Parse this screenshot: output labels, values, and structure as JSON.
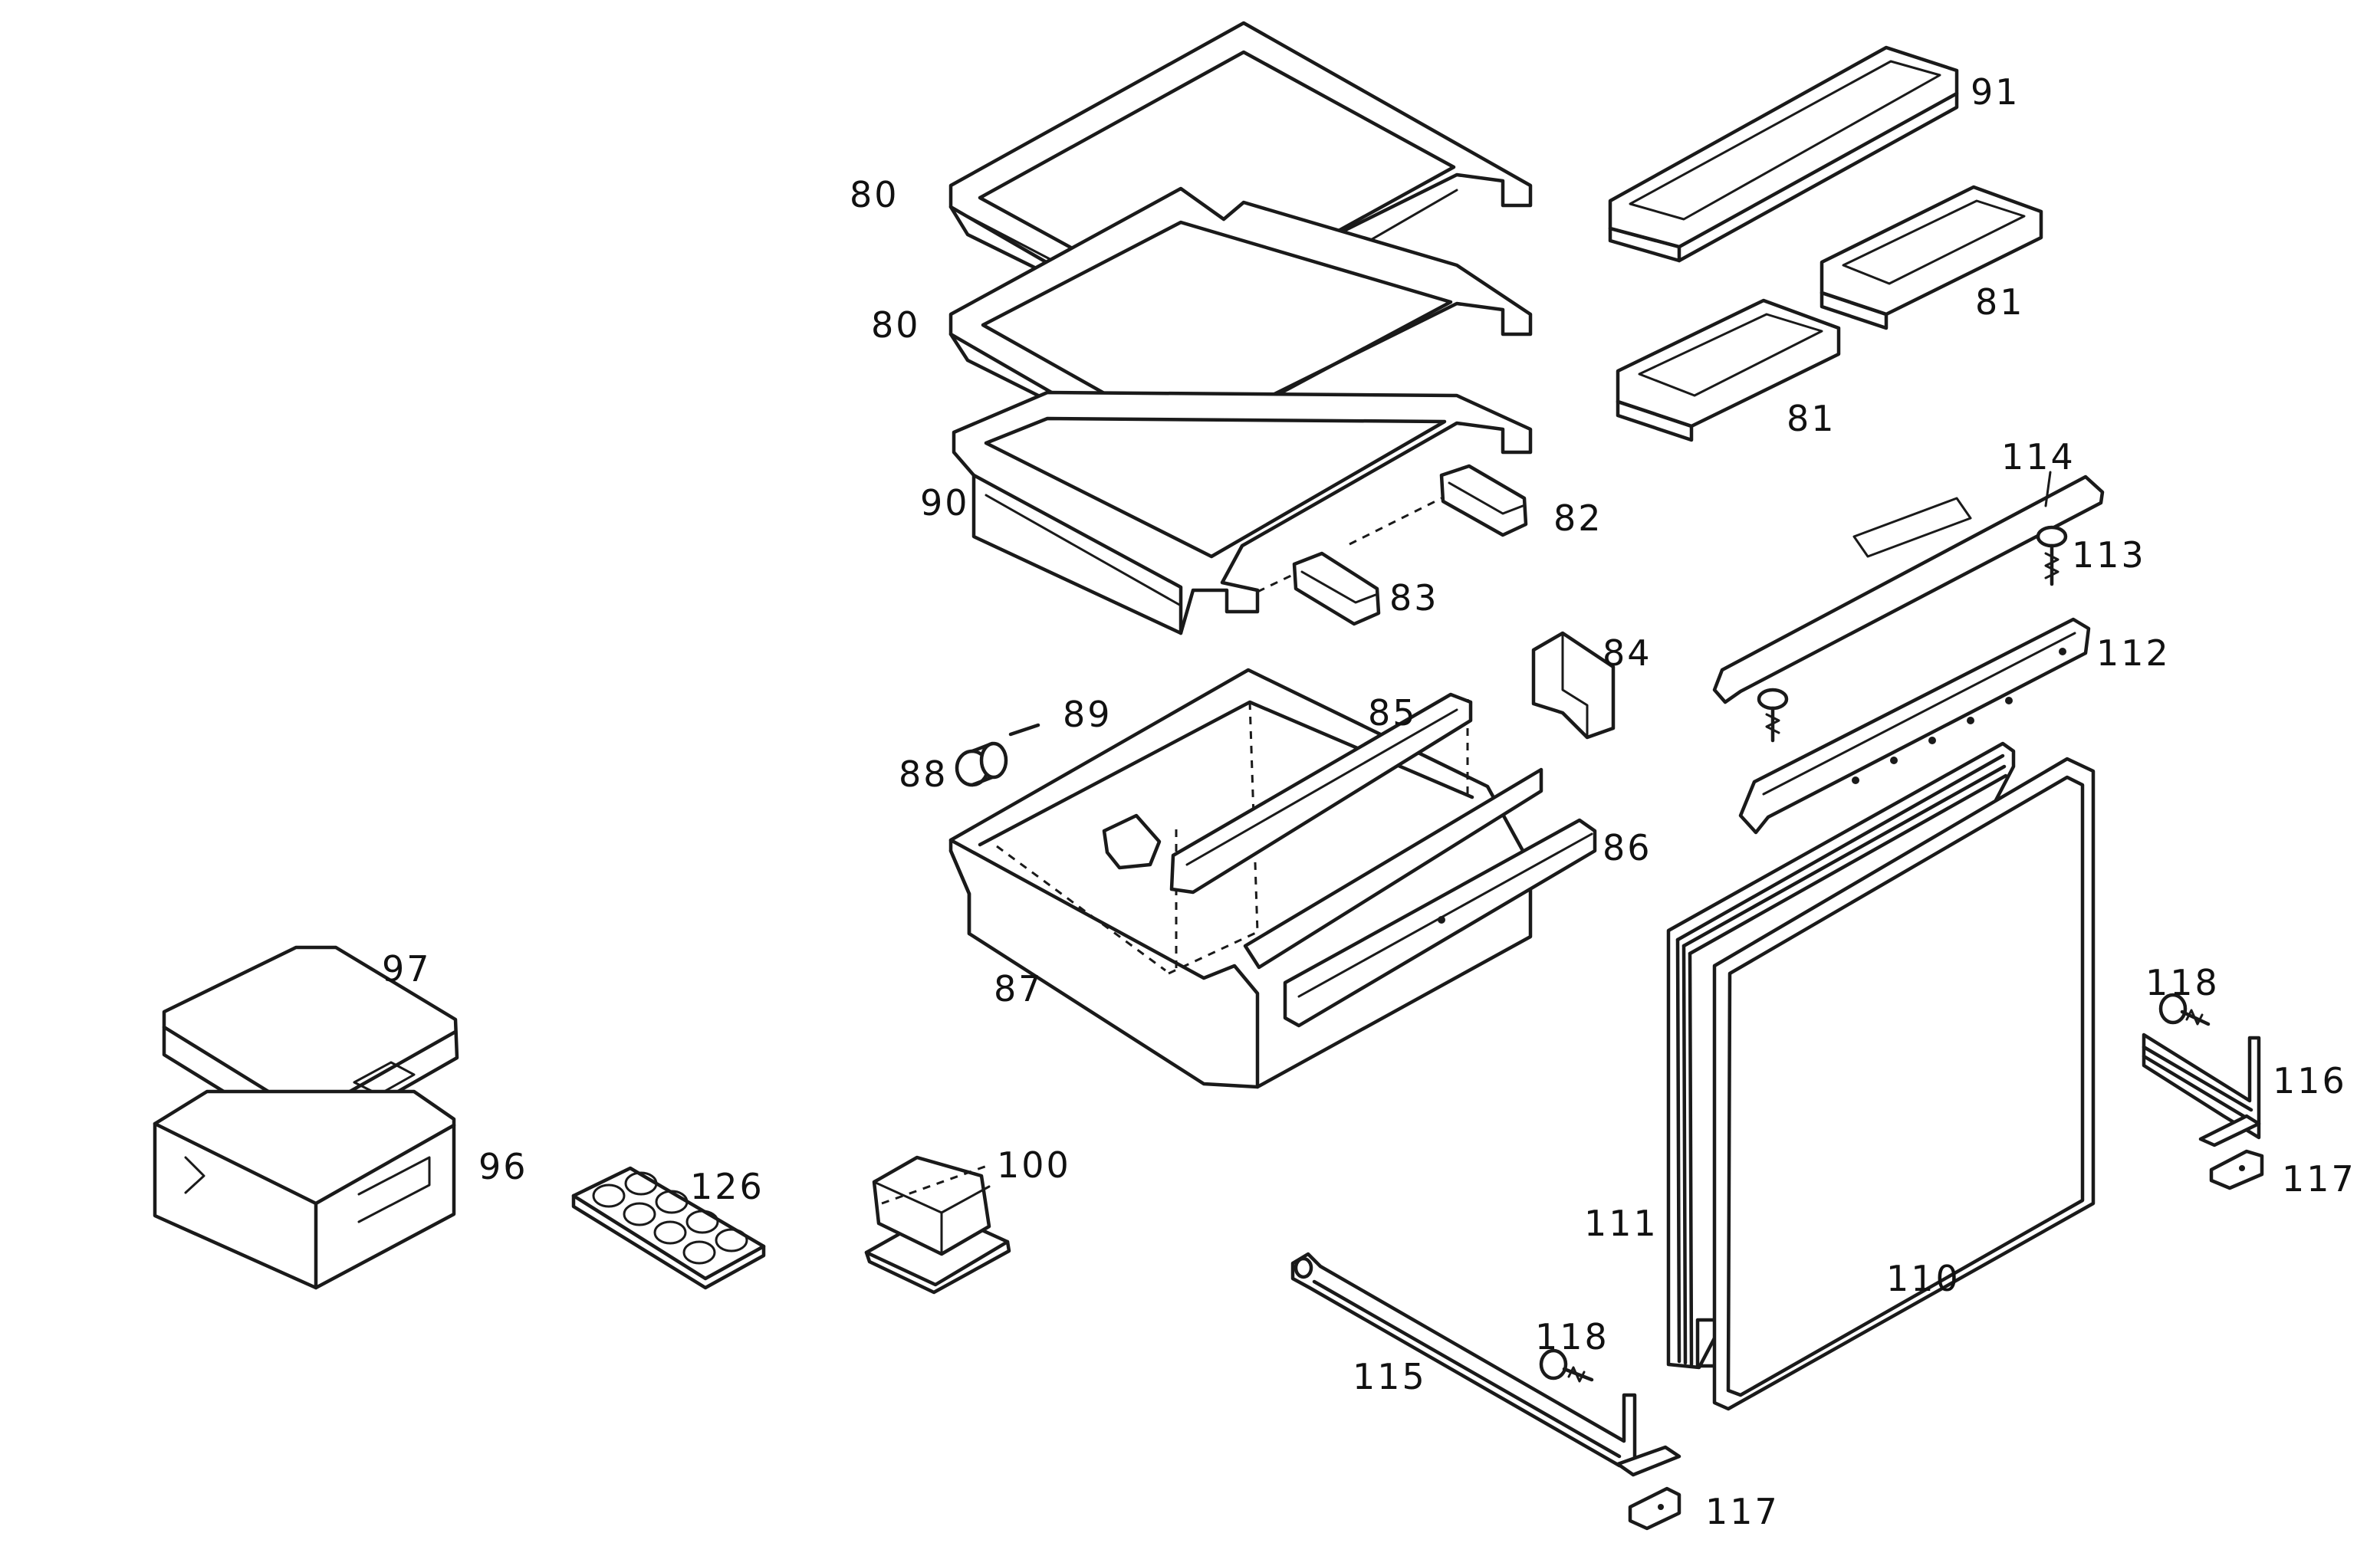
{
  "diagram": {
    "kind": "exploded-parts-view",
    "line_color": "#1a1a1a",
    "background": "#ffffff",
    "parts": [
      {
        "id": "p80a",
        "label": "80",
        "icon": "glass-shelf"
      },
      {
        "id": "p80b",
        "label": "80",
        "icon": "glass-shelf"
      },
      {
        "id": "p90",
        "label": "90",
        "icon": "shelf-with-tray"
      },
      {
        "id": "p91",
        "label": "91",
        "icon": "door-tray-long"
      },
      {
        "id": "p81a",
        "label": "81",
        "icon": "door-tray"
      },
      {
        "id": "p81b",
        "label": "81",
        "icon": "door-tray"
      },
      {
        "id": "p114",
        "label": "114",
        "icon": "hinge-cover"
      },
      {
        "id": "p113",
        "label": "113",
        "icon": "screw"
      },
      {
        "id": "p112",
        "label": "112",
        "icon": "door-rail"
      },
      {
        "id": "p82",
        "label": "82",
        "icon": "support-clip"
      },
      {
        "id": "p83",
        "label": "83",
        "icon": "support-clip"
      },
      {
        "id": "p84",
        "label": "84",
        "icon": "bracket"
      },
      {
        "id": "p85",
        "label": "85",
        "icon": "drawer-divider"
      },
      {
        "id": "p89",
        "label": "89",
        "icon": "pin"
      },
      {
        "id": "p88",
        "label": "88",
        "icon": "roller"
      },
      {
        "id": "p86",
        "label": "86",
        "icon": "drawer-front-strip"
      },
      {
        "id": "p87",
        "label": "87",
        "icon": "crisper-drawer"
      },
      {
        "id": "p97",
        "label": "97",
        "icon": "box-lid"
      },
      {
        "id": "p96",
        "label": "96",
        "icon": "storage-box"
      },
      {
        "id": "p126",
        "label": "126",
        "icon": "egg-tray"
      },
      {
        "id": "p100",
        "label": "100",
        "icon": "butter-dish"
      },
      {
        "id": "p111",
        "label": "111",
        "icon": "door-gasket"
      },
      {
        "id": "p110",
        "label": "110",
        "icon": "door-panel"
      },
      {
        "id": "p118a",
        "label": "118",
        "icon": "screw"
      },
      {
        "id": "p116",
        "label": "116",
        "icon": "hinge-bracket"
      },
      {
        "id": "p117a",
        "label": "117",
        "icon": "hinge-plate"
      },
      {
        "id": "p118b",
        "label": "118",
        "icon": "screw"
      },
      {
        "id": "p115",
        "label": "115",
        "icon": "bottom-rail"
      },
      {
        "id": "p117b",
        "label": "117",
        "icon": "hinge-plate"
      }
    ]
  }
}
